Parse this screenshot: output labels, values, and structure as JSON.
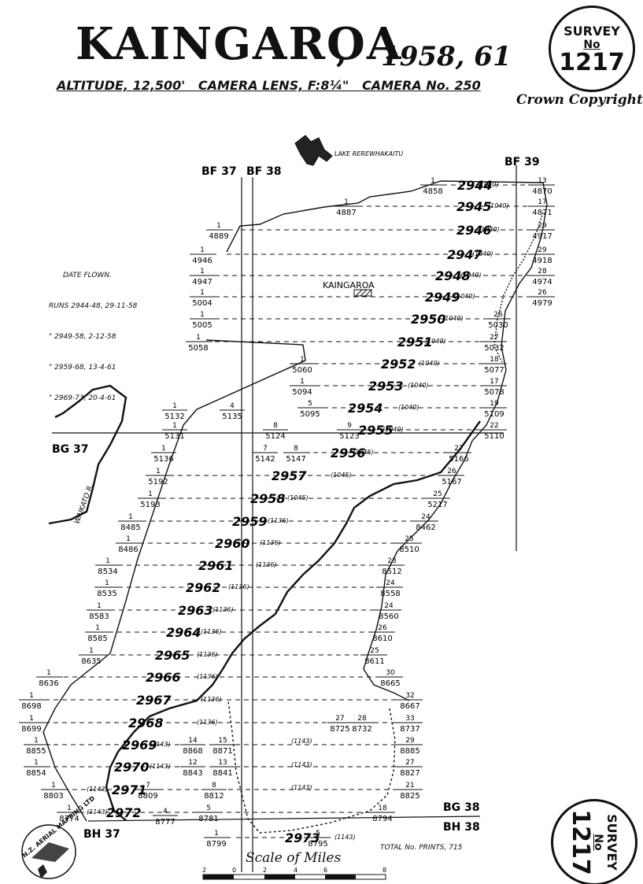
{
  "header": {
    "title": "KAINGAROA",
    "comma": ",",
    "years": "1958, 61",
    "altitude": "ALTITUDE, 12,500'",
    "lens": "CAMERA LENS, F:8¼\"",
    "camera": "CAMERA No. 250"
  },
  "stamp": {
    "survey": "SURVEY",
    "no": "No",
    "number": "1217"
  },
  "copyright": "Crown Copyright",
  "date_flown": {
    "title": "DATE FLOWN.",
    "rows": [
      "RUNS 2944-48, 29-11-58",
      "\" 2949-58, 2-12-58",
      "\" 2959-68, 13-4-61",
      "\" 2969-73, 20-4-61"
    ]
  },
  "place_labels": {
    "lake": "LAKE REREWHAKAITU",
    "town": "KAINGAROA",
    "river": "WAIKATO R."
  },
  "grid_labels": [
    "BF 37",
    "BF 38",
    "BF 39",
    "BG 37",
    "BG 38",
    "BH 37",
    "BH 38"
  ],
  "runs": [
    {
      "run": "2944",
      "alt": "(1040)",
      "left_num": "1",
      "left_den": "4858",
      "right_num": "13",
      "right_den": "4870"
    },
    {
      "run": "2945",
      "alt": "(1040)",
      "left_num": "1",
      "left_den": "4887",
      "right_num": "17",
      "right_den": "4871"
    },
    {
      "run": "2946",
      "alt": "(1040)",
      "left_num": "1",
      "left_den": "4889",
      "right_num": "29",
      "right_den": "4917"
    },
    {
      "run": "2947",
      "alt": "(1040)",
      "left_num": "1",
      "left_den": "4946",
      "right_num": "29",
      "right_den": "4918"
    },
    {
      "run": "2948",
      "alt": "(1040)",
      "left_num": "1",
      "left_den": "4947",
      "right_num": "28",
      "right_den": "4974"
    },
    {
      "run": "2949",
      "alt": "(1040)",
      "left_num": "1",
      "left_den": "5004",
      "right_num": "26",
      "right_den": "4979"
    },
    {
      "run": "2950",
      "alt": "(1040)",
      "left_num": "1",
      "left_den": "5005",
      "right_num": "26",
      "right_den": "5030"
    },
    {
      "run": "2951",
      "alt": "(1040)",
      "left_num": "1",
      "left_den": "5058",
      "right_num": "27",
      "right_den": "5032"
    },
    {
      "run": "2952",
      "alt": "(1040)",
      "left_num": "1",
      "left_den": "5060",
      "right_num": "18",
      "right_den": "5077"
    },
    {
      "run": "2953",
      "alt": "(1040)",
      "left_num": "1",
      "left_den": "5094",
      "right_num": "17",
      "right_den": "5078"
    },
    {
      "run": "2954",
      "alt": "(1040)",
      "left_num": "5",
      "left_den": "5095",
      "right_num": "19",
      "right_den": "5109"
    },
    {
      "run": "2955",
      "alt": "(1040)",
      "left_num": "9",
      "left_den": "5123",
      "right_num": "22",
      "right_den": "5110"
    },
    {
      "run": "2956",
      "alt": "(1045)",
      "left_num": "8",
      "left_den": "5147",
      "right_num": "27",
      "right_den": "5166"
    },
    {
      "run": "2957",
      "alt": "(1045)",
      "left_num": "1",
      "left_den": "5192",
      "right_num": "26",
      "right_den": "5167"
    },
    {
      "run": "2958",
      "alt": "(1045)",
      "left_num": "1",
      "left_den": "5193",
      "right_num": "25",
      "right_den": "5217"
    },
    {
      "run": "2959",
      "alt": "(1136)",
      "left_num": "1",
      "left_den": "8485",
      "right_num": "24",
      "right_den": "8462"
    },
    {
      "run": "2960",
      "alt": "(1136)",
      "left_num": "1",
      "left_den": "8486",
      "right_num": "25",
      "right_den": "8510"
    },
    {
      "run": "2961",
      "alt": "(1136)",
      "left_num": "1",
      "left_den": "8534",
      "right_num": "23",
      "right_den": "8512"
    },
    {
      "run": "2962",
      "alt": "(1136)",
      "left_num": "1",
      "left_den": "8535",
      "right_num": "24",
      "right_den": "8558"
    },
    {
      "run": "2963",
      "alt": "(1136)",
      "left_num": "1",
      "left_den": "8583",
      "right_num": "24",
      "right_den": "8560"
    },
    {
      "run": "2964",
      "alt": "(1136)",
      "left_num": "1",
      "left_den": "8585",
      "right_num": "26",
      "right_den": "8610"
    },
    {
      "run": "2965",
      "alt": "(1136)",
      "left_num": "1",
      "left_den": "8635",
      "right_num": "25",
      "right_den": "8611"
    },
    {
      "run": "2966",
      "alt": "(1136)",
      "left_num": "1",
      "left_den": "8636",
      "right_num": "30",
      "right_den": "8665"
    },
    {
      "run": "2967",
      "alt": "(1136)",
      "left_num": "1",
      "left_den": "8698",
      "right_num": "32",
      "right_den": "8667"
    },
    {
      "run": "2968",
      "alt": "(1136)",
      "left_num": "1",
      "left_den": "8699",
      "right_num": "33",
      "right_den": "8737"
    },
    {
      "run": "2969",
      "alt": "(1143)",
      "left_num": "1",
      "left_den": "8855",
      "right_num": "29",
      "right_den": "8885"
    },
    {
      "run": "2970",
      "alt": "(1143)",
      "left_num": "1",
      "left_den": "8854",
      "right_num": "27",
      "right_den": "8827"
    },
    {
      "run": "2971",
      "alt": "(1143)",
      "left_num": "1",
      "left_den": "8803",
      "right_num": "21",
      "right_den": "8825"
    },
    {
      "run": "2972",
      "alt": "(1143)",
      "left_num": "1",
      "left_den": "8774",
      "right_num": "18",
      "right_den": "8794"
    },
    {
      "run": "2973",
      "alt": "(1143)",
      "left_num": "1",
      "left_den": "8799",
      "right_num": "5",
      "right_den": "8795"
    }
  ],
  "extra_frames": [
    {
      "num": "1",
      "den": "5132"
    },
    {
      "num": "4",
      "den": "5135"
    },
    {
      "num": "1",
      "den": "5131"
    },
    {
      "num": "8",
      "den": "5124"
    },
    {
      "num": "1",
      "den": "5136"
    },
    {
      "num": "7",
      "den": "5142"
    },
    {
      "num": "14",
      "den": "8868"
    },
    {
      "num": "15",
      "den": "8871"
    },
    {
      "num": "12",
      "den": "8843"
    },
    {
      "num": "13",
      "den": "8841"
    },
    {
      "num": "7",
      "den": "8809"
    },
    {
      "num": "8",
      "den": "8812"
    },
    {
      "num": "5",
      "den": "8781"
    },
    {
      "num": "4",
      "den": "8777"
    },
    {
      "num": "27",
      "den": "8725"
    },
    {
      "num": "28",
      "den": "8732"
    }
  ],
  "extra_altitudes": [
    "(1143)",
    "(1143)",
    "(1143)"
  ],
  "scale": {
    "title": "Scale of Miles",
    "ticks": [
      "2",
      "0",
      "2",
      "4",
      "6",
      "8"
    ]
  },
  "total_prints": "TOTAL No. PRINTS, 715",
  "logo_text": "N.Z. AERIAL MAPPING LTD"
}
